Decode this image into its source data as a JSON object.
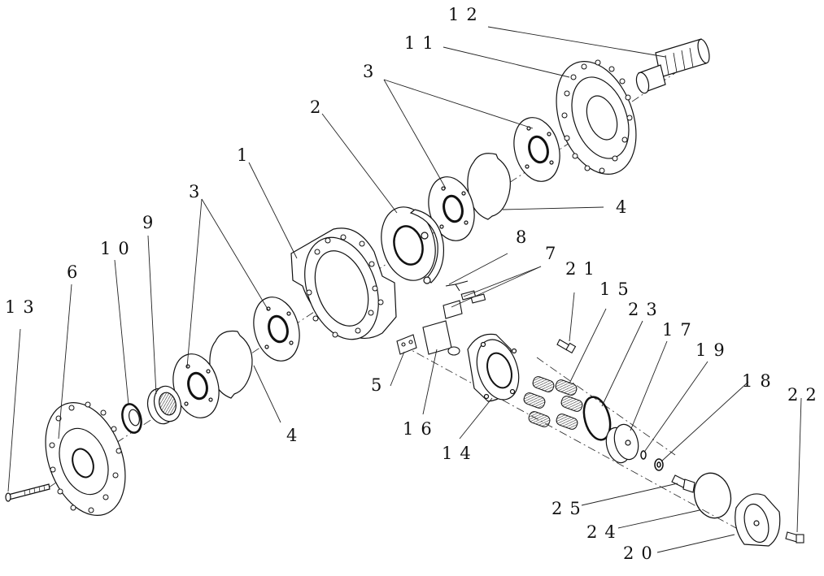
{
  "diagram": {
    "callouts": {
      "c1": "1",
      "c2": "2",
      "c3a": "3",
      "c3b": "3",
      "c4a": "4",
      "c4b": "4",
      "c5": "5",
      "c6": "6",
      "c7": "7",
      "c8": "8",
      "c9": "9",
      "c10": "10",
      "c11": "11",
      "c12": "12",
      "c13": "13",
      "c14": "14",
      "c15": "15",
      "c16": "16",
      "c17": "17",
      "c18": "18",
      "c19": "19",
      "c20": "20",
      "c21": "21",
      "c22": "22",
      "c23": "23",
      "c24": "24",
      "c25": "25"
    }
  }
}
